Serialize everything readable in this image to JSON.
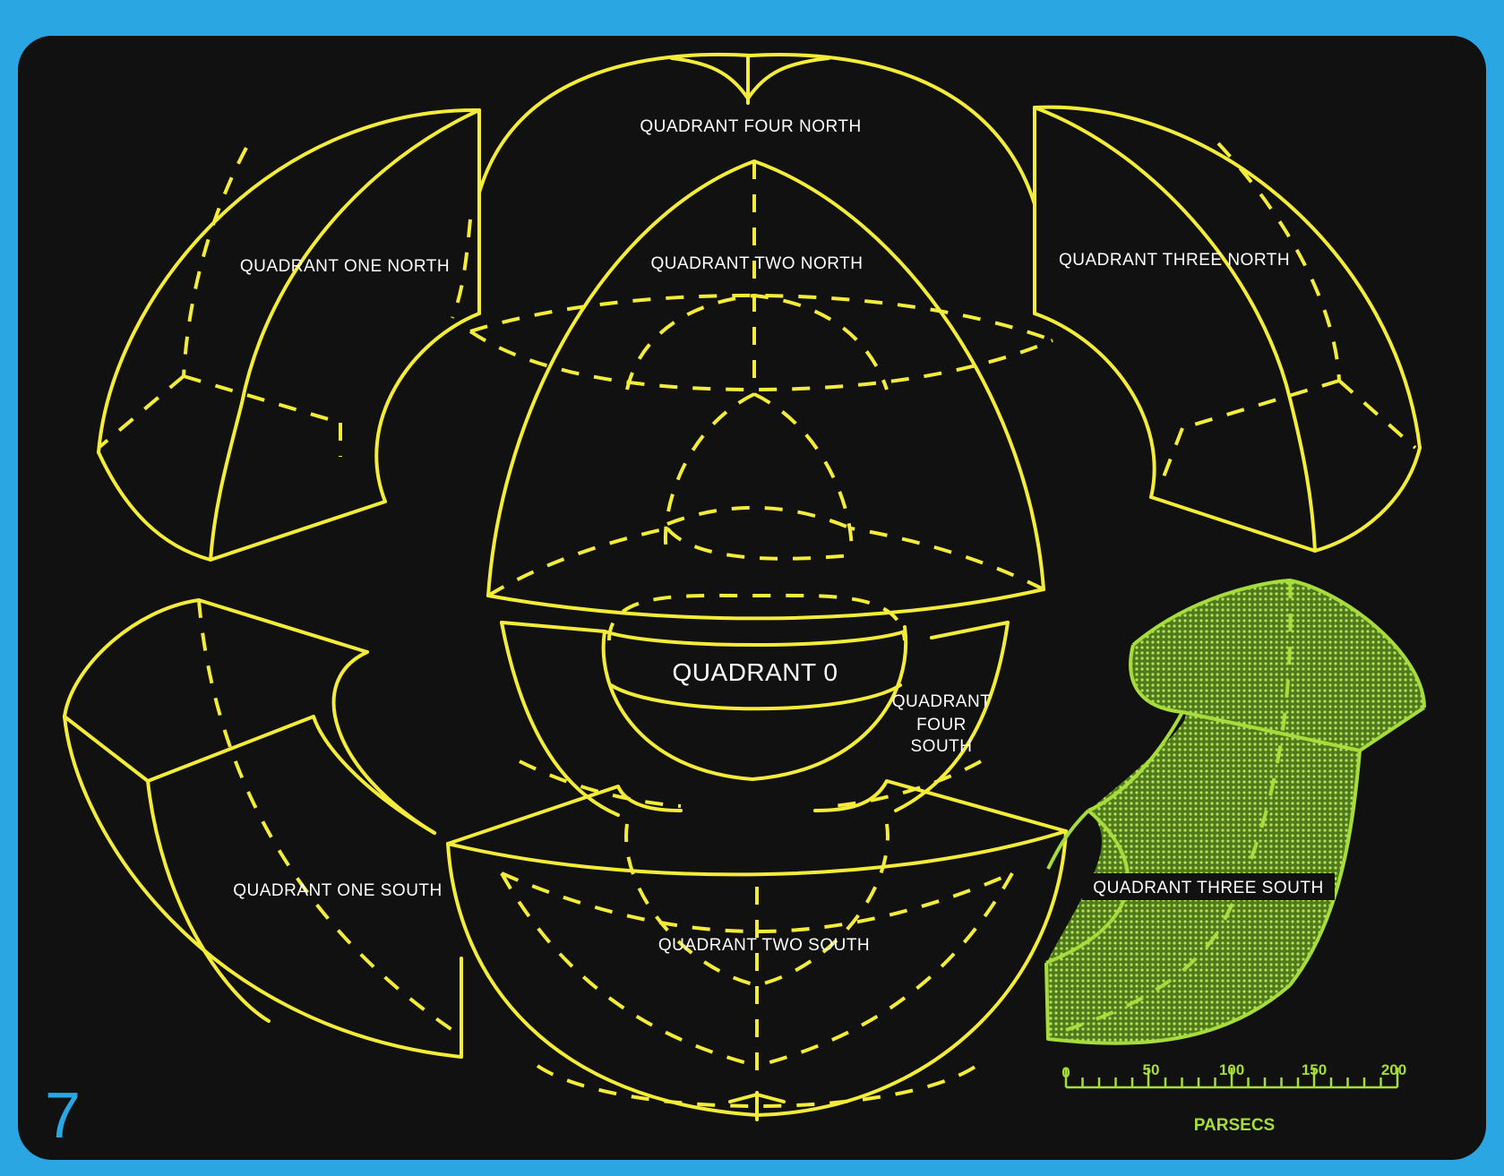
{
  "page_number": "7",
  "colors": {
    "frame": "#2aa6e2",
    "panel": "#111111",
    "outline": "#f3ec3a",
    "highlight": "#a6dc3c",
    "label": "#ffffff"
  },
  "labels": {
    "q4_north": "QUADRANT FOUR NORTH",
    "q1_north": "QUADRANT ONE NORTH",
    "q2_north": "QUADRANT TWO NORTH",
    "q3_north": "QUADRANT THREE NORTH",
    "q0": "QUADRANT 0",
    "q4_south_1": "QUADRANT",
    "q4_south_2": "FOUR",
    "q4_south_3": "SOUTH",
    "q1_south": "QUADRANT ONE SOUTH",
    "q3_south": "QUADRANT THREE SOUTH",
    "q2_south": "QUADRANT TWO SOUTH"
  },
  "scale": {
    "ticks": [
      "0",
      "50",
      "100",
      "150",
      "200"
    ],
    "unit": "PARSECS"
  }
}
